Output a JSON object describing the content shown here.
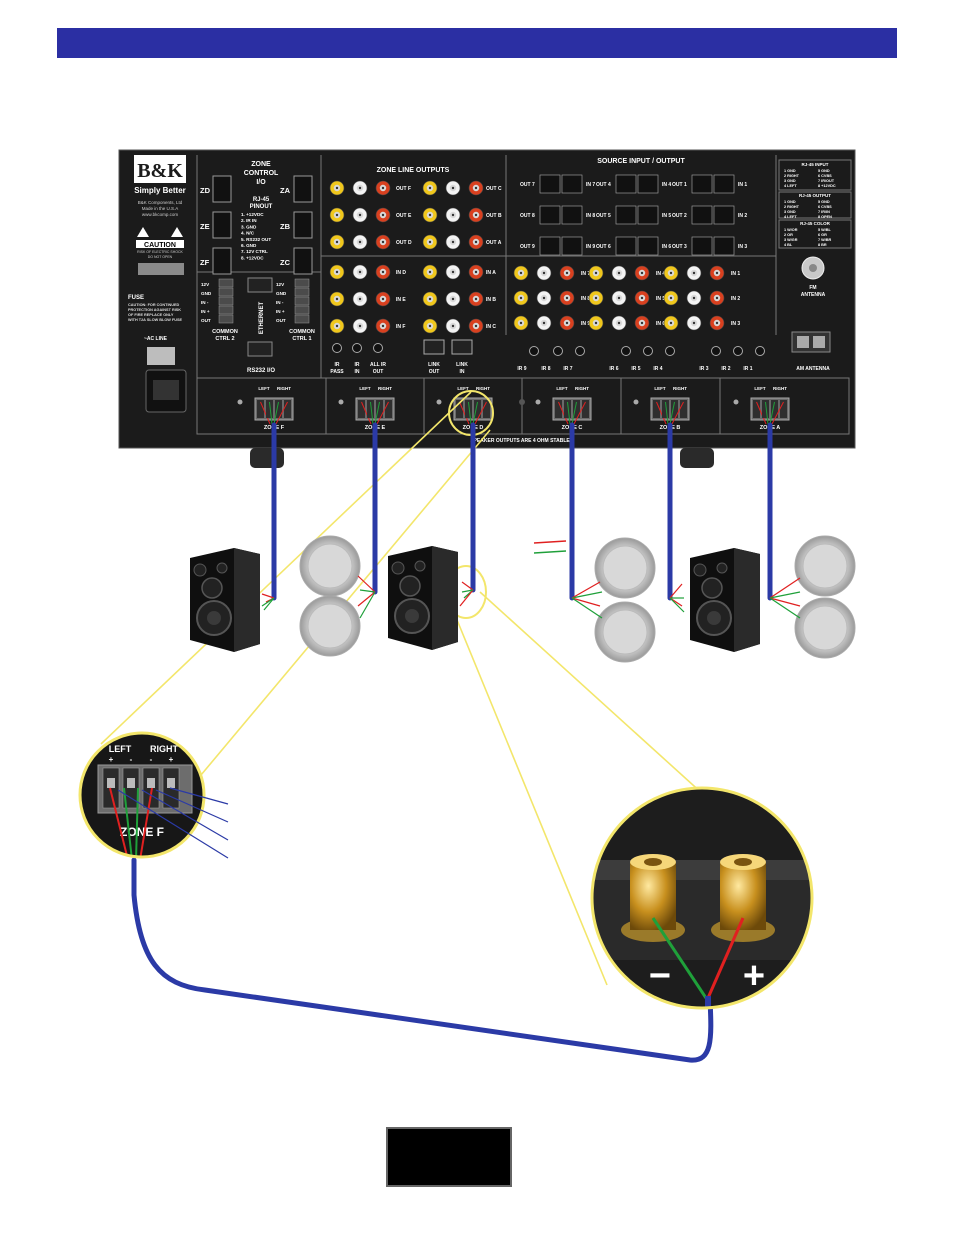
{
  "brand": {
    "logo": "B&K",
    "tagline": "Simply Better",
    "company_lines": [
      "B&K Components, Ltd",
      "Made in the U.S.A",
      "www.bkcomp.com"
    ],
    "caution": "CAUTION",
    "caution_sub": [
      "RISK OF ELECTRIC SHOCK",
      "DO NOT OPEN"
    ],
    "fuse_title": "FUSE",
    "fuse_text": [
      "CAUTION: FOR CONTINUED",
      "PROTECTION AGAINST RISK",
      "OF FIRE REPLACE ONLY",
      "WITH T2A SLOW BLOW FUSE"
    ],
    "ac_line": "~AC LINE"
  },
  "zone_control": {
    "title": [
      "ZONE",
      "CONTROL",
      "I/O"
    ],
    "left_ports": [
      "ZD",
      "ZE",
      "ZF"
    ],
    "right_ports": [
      "ZA",
      "ZB",
      "ZC"
    ],
    "pinout_title": [
      "RJ-45",
      "PINOUT"
    ],
    "pinout": [
      "1. +12VDC",
      "2. IR IN",
      "3. GND",
      "4. N/C",
      "5. RS232 OUT",
      "6. GND",
      "7. 12V CTRL",
      "8. +12VDC"
    ],
    "ctrl_pins": [
      "12V",
      "GND",
      "IN -",
      "IN +",
      "OUT"
    ],
    "common_ctrl_2": [
      "COMMON",
      "CTRL 2"
    ],
    "common_ctrl_1": [
      "COMMON",
      "CTRL 1"
    ],
    "ethernet": "ETHERNET",
    "rs232": "RS232 I/O"
  },
  "zone_line_outputs": {
    "title": "ZONE LINE OUTPUTS",
    "left_col": [
      "OUT F",
      "OUT E",
      "OUT D"
    ],
    "right_col": [
      "OUT C",
      "OUT B",
      "OUT A"
    ],
    "inputs_left": [
      "IN D",
      "IN E",
      "IN F"
    ],
    "inputs_right": [
      "IN A",
      "IN B",
      "IN C"
    ]
  },
  "ir_jacks": [
    "IR PASS",
    "IR IN",
    "ALL IR OUT"
  ],
  "link_ports": [
    "LINK OUT",
    "LINK IN"
  ],
  "source_io": {
    "title": "SOURCE INPUT / OUTPUT",
    "rows": [
      [
        "OUT 7",
        "IN 7",
        "OUT 4",
        "IN 4",
        "OUT 1",
        "IN 1"
      ],
      [
        "OUT 8",
        "IN 8",
        "OUT 5",
        "IN 5",
        "OUT 2",
        "IN 2"
      ],
      [
        "OUT 9",
        "IN 9",
        "OUT 6",
        "IN 6",
        "OUT 3",
        "IN 3"
      ]
    ],
    "rca_rows": [
      [
        "IN 7",
        "IN 4",
        "IN 1"
      ],
      [
        "IN 8",
        "IN 5",
        "IN 2"
      ],
      [
        "IN 9",
        "IN 6",
        "IN 3"
      ]
    ],
    "ir_labels": [
      "IR 9",
      "IR 8",
      "IR 7",
      "IR 6",
      "IR 5",
      "IR 4",
      "IR 3",
      "IR 2",
      "IR 1"
    ]
  },
  "rj45_legend": {
    "input_title": "RJ-45 INPUT",
    "input": [
      "1 GND",
      "5 GND",
      "2 RIGHT",
      "6 CVBS",
      "3 GND",
      "7 IR/OUT",
      "4 LEFT",
      "8 +12VDC"
    ],
    "output_title": "RJ-45 OUTPUT",
    "output": [
      "1 GND",
      "5 GND",
      "2 RIGHT",
      "6 CVBS",
      "3 GND",
      "7 IR/IN",
      "4 LEFT",
      "8 OPEN"
    ],
    "color_title": "RJ-45 COLOR",
    "color": [
      "1 W/OR",
      "5 W/BL",
      "2 OR",
      "6 GR",
      "3 W/GR",
      "7 W/BR",
      "4 BL",
      "8 BR"
    ]
  },
  "antenna": {
    "fm": [
      "FM",
      "ANTENNA"
    ],
    "am": "AM ANTENNA"
  },
  "speaker_zones": {
    "terminal_labels": [
      "LEFT",
      "RIGHT"
    ],
    "polarity": [
      "+",
      "-",
      "-",
      "+"
    ],
    "zones": [
      "ZONE F",
      "ZONE E",
      "ZONE D",
      "ZONE C",
      "ZONE B",
      "ZONE A"
    ],
    "note": "SPEAKER OUTPUTS ARE 4 OHM STABLE"
  },
  "zoom_connector": {
    "left": "LEFT",
    "right": "RIGHT",
    "polarity": [
      "+",
      "-",
      "-",
      "+"
    ],
    "zone": "ZONE F"
  },
  "binding_post": {
    "minus": "−",
    "plus": "+"
  },
  "colors": {
    "header": "#2b2fa3",
    "cable": "#2b3aa6",
    "callout": "#f3e66b",
    "chassis": "#1b1b1b",
    "wire_red": "#e02020",
    "wire_green": "#1fa03a"
  }
}
